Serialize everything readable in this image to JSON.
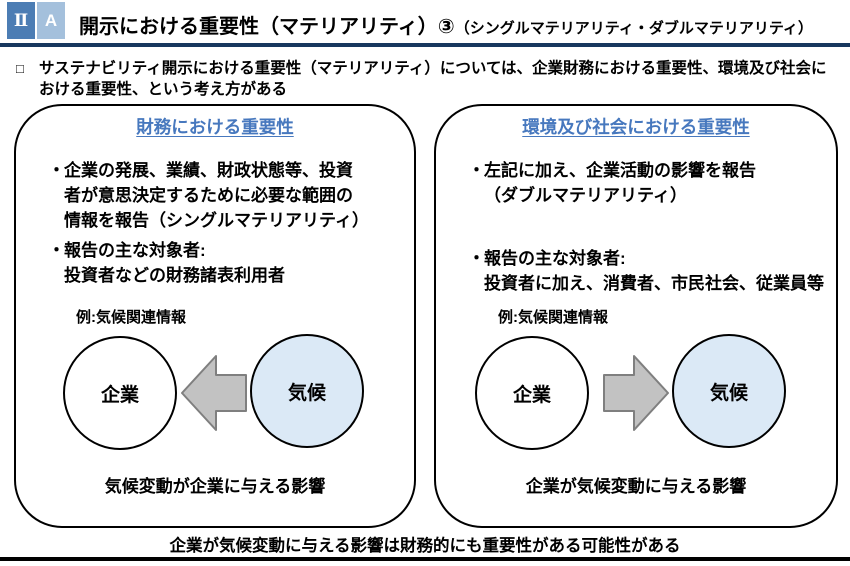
{
  "header": {
    "badge_left": "Ⅱ",
    "badge_right": "A",
    "title": "開示における重要性（マテリアリティ）③",
    "title_sub": "（シングルマテリアリティ・ダブルマテリアリティ）"
  },
  "markers": {
    "square_bullet": "□",
    "dot_bullet": "・"
  },
  "intro": {
    "text": "サステナビリティ開示における重要性（マテリアリティ）については、企業財務における重要性、環境及び社会における重要性、という考え方がある"
  },
  "left_box": {
    "title": "財務における重要性",
    "bullet1_lines": [
      "企業の発展、業績、財政状態等、投資",
      "者が意思決定するために必要な範囲の",
      "情報を報告（シングルマテリアリティ）"
    ],
    "bullet2_lines": [
      "報告の主な対象者:",
      "投資者などの財務諸表利用者"
    ],
    "example_label": "例:気候関連情報",
    "circle_company": "企業",
    "circle_climate": "気候",
    "caption": "気候変動が企業に与える影響"
  },
  "right_box": {
    "title": "環境及び社会における重要性",
    "bullet1_lines": [
      "左記に加え、企業活動の影響を報告",
      "（ダブルマテリアリティ）"
    ],
    "bullet2_lines": [
      "報告の主な対象者:",
      "投資者に加え、消費者、市民社会、従業員等"
    ],
    "example_label": "例:気候関連情報",
    "circle_company": "企業",
    "circle_climate": "気候",
    "caption": "企業が気候変動に与える影響"
  },
  "footer": {
    "summary": "企業が気候変動に与える影響は財務的にも重要性がある可能性がある"
  },
  "colors": {
    "badge_dark_blue": "#4C7DB4",
    "badge_light_blue": "#A4C0DC",
    "header_rule_navy": "#17375E",
    "box_title_blue": "#4778BE",
    "climate_circle_fill": "#DBE9F6",
    "arrow_fill_gray": "#C2C2C2",
    "arrow_stroke_gray": "#7F7F7F"
  }
}
